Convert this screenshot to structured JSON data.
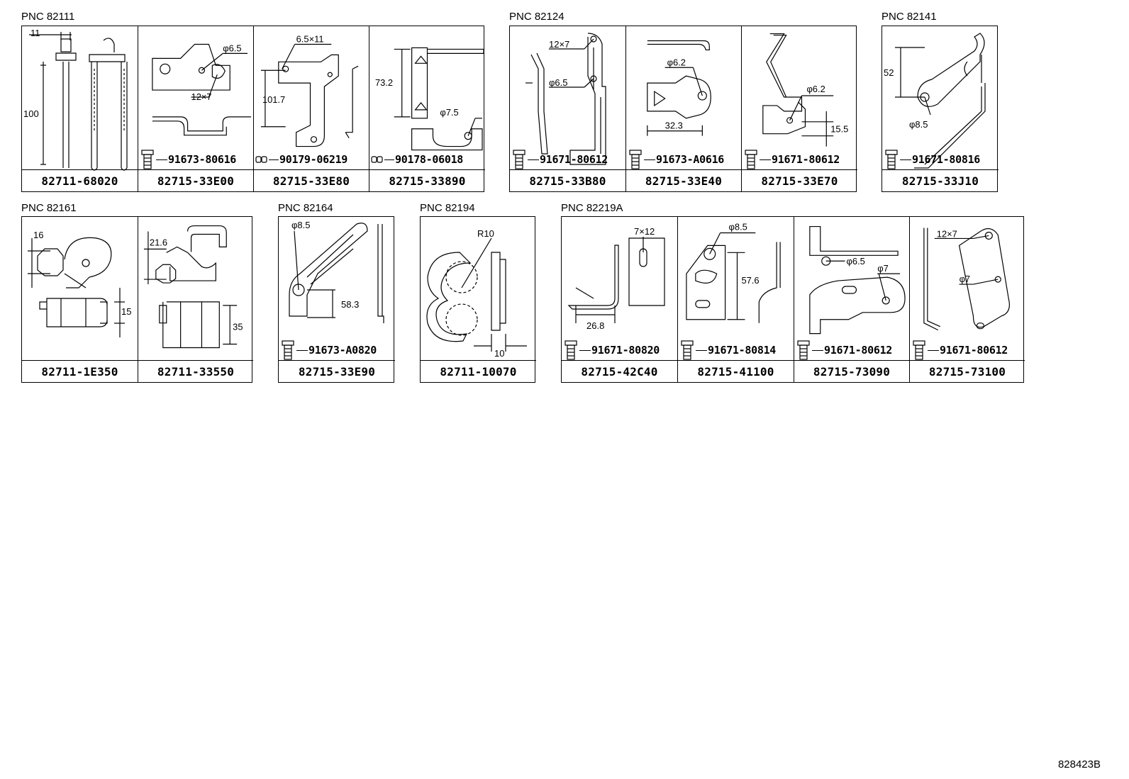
{
  "groups": [
    {
      "pnc": "PNC 82111",
      "cells": [
        {
          "part": "82711-68020",
          "bolt": "",
          "dims": [
            "11",
            "100"
          ]
        },
        {
          "part": "82715-33E00",
          "bolt": "91673-80616",
          "dims": [
            "φ6.5",
            "12×7"
          ]
        },
        {
          "part": "82715-33E80",
          "bolt": "90179-06219",
          "dims": [
            "6.5×11",
            "101.7"
          ]
        },
        {
          "part": "82715-33890",
          "bolt": "90178-06018",
          "dims": [
            "73.2",
            "φ7.5"
          ]
        }
      ]
    },
    {
      "pnc": "PNC 82124",
      "cells": [
        {
          "part": "82715-33B80",
          "bolt": "91671-80612",
          "dims": [
            "12×7",
            "φ6.5"
          ]
        },
        {
          "part": "82715-33E40",
          "bolt": "91673-A0616",
          "dims": [
            "φ6.2",
            "32.3"
          ]
        },
        {
          "part": "82715-33E70",
          "bolt": "91671-80612",
          "dims": [
            "φ6.2",
            "15.5"
          ]
        }
      ]
    },
    {
      "pnc": "PNC 82141",
      "cells": [
        {
          "part": "82715-33J10",
          "bolt": "91671-80816",
          "dims": [
            "52",
            "φ8.5"
          ]
        }
      ]
    },
    {
      "pnc": "PNC 82161",
      "cells": [
        {
          "part": "82711-1E350",
          "bolt": "",
          "dims": [
            "16",
            "15"
          ]
        },
        {
          "part": "82711-33550",
          "bolt": "",
          "dims": [
            "21.6",
            "35"
          ]
        }
      ]
    },
    {
      "pnc": "PNC 82164",
      "cells": [
        {
          "part": "82715-33E90",
          "bolt": "91673-A0820",
          "dims": [
            "φ8.5",
            "58.3"
          ]
        }
      ]
    },
    {
      "pnc": "PNC 82194",
      "cells": [
        {
          "part": "82711-10070",
          "bolt": "",
          "dims": [
            "R10",
            "10"
          ]
        }
      ]
    },
    {
      "pnc": "PNC 82219A",
      "cells": [
        {
          "part": "82715-42C40",
          "bolt": "91671-80820",
          "dims": [
            "7×12",
            "26.8"
          ]
        },
        {
          "part": "82715-41100",
          "bolt": "91671-80814",
          "dims": [
            "φ8.5",
            "57.6"
          ]
        },
        {
          "part": "82715-73090",
          "bolt": "91671-80612",
          "dims": [
            "φ6.5",
            "φ7"
          ]
        },
        {
          "part": "82715-73100",
          "bolt": "91671-80612",
          "dims": [
            "12×7",
            "φ7"
          ]
        }
      ]
    }
  ],
  "diagram_code": "828423B",
  "icons": {
    "bolt": "hex-bolt-icon",
    "nut": "nut-icon"
  }
}
